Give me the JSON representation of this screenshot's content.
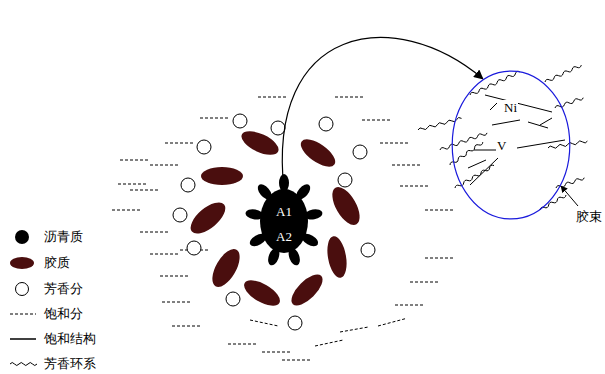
{
  "diagram": {
    "nodes": [
      {
        "text": [
          "A1",
          "A2"
        ]
      },
      {
        "text": [
          "Ni",
          "V"
        ]
      }
    ],
    "edges": [
      {
        "from": 0,
        "to": 1,
        "arrow": "to"
      }
    ],
    "labels": [
      "胶束"
    ],
    "legend": [
      {
        "text": "沥青质",
        "color": "#000000"
      },
      {
        "text": "胶质",
        "color": "#4a0e0e"
      },
      {
        "text": "芳香分"
      },
      {
        "text": "饱和分"
      },
      {
        "text": "饱和结构"
      },
      {
        "text": "芳香环系"
      }
    ]
  }
}
